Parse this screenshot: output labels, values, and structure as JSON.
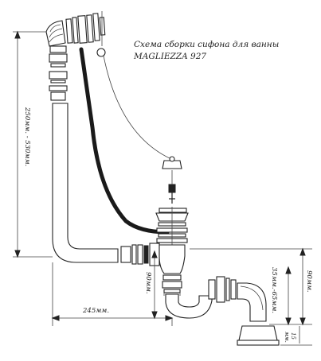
{
  "caption": {
    "line1": "Схема сборки сифона для ванны",
    "line2": "MAGLIEZZA 927"
  },
  "dimensions": {
    "overflow_height": "250мм. - 530мм.",
    "horizontal": "245мм.",
    "trap_drop": "90мм.",
    "outlet_range": "35мм.-65мм.",
    "right_height": "90мм.",
    "bottom_gap_1": "15",
    "bottom_gap_2": "мм."
  },
  "colors": {
    "line": "#222222",
    "background": "#ffffff"
  }
}
